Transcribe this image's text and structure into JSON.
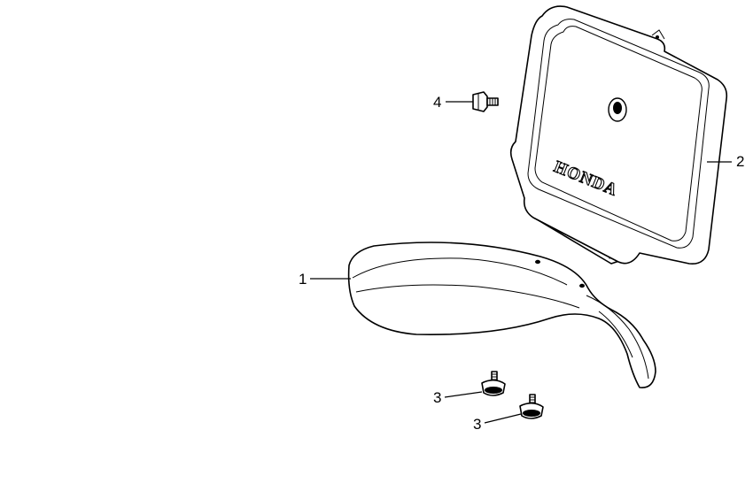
{
  "diagram": {
    "brand_text": "HONDA",
    "callouts": [
      {
        "id": "1",
        "label": "1"
      },
      {
        "id": "2",
        "label": "2"
      },
      {
        "id": "3a",
        "label": "3"
      },
      {
        "id": "3b",
        "label": "3"
      },
      {
        "id": "4",
        "label": "4"
      }
    ]
  }
}
